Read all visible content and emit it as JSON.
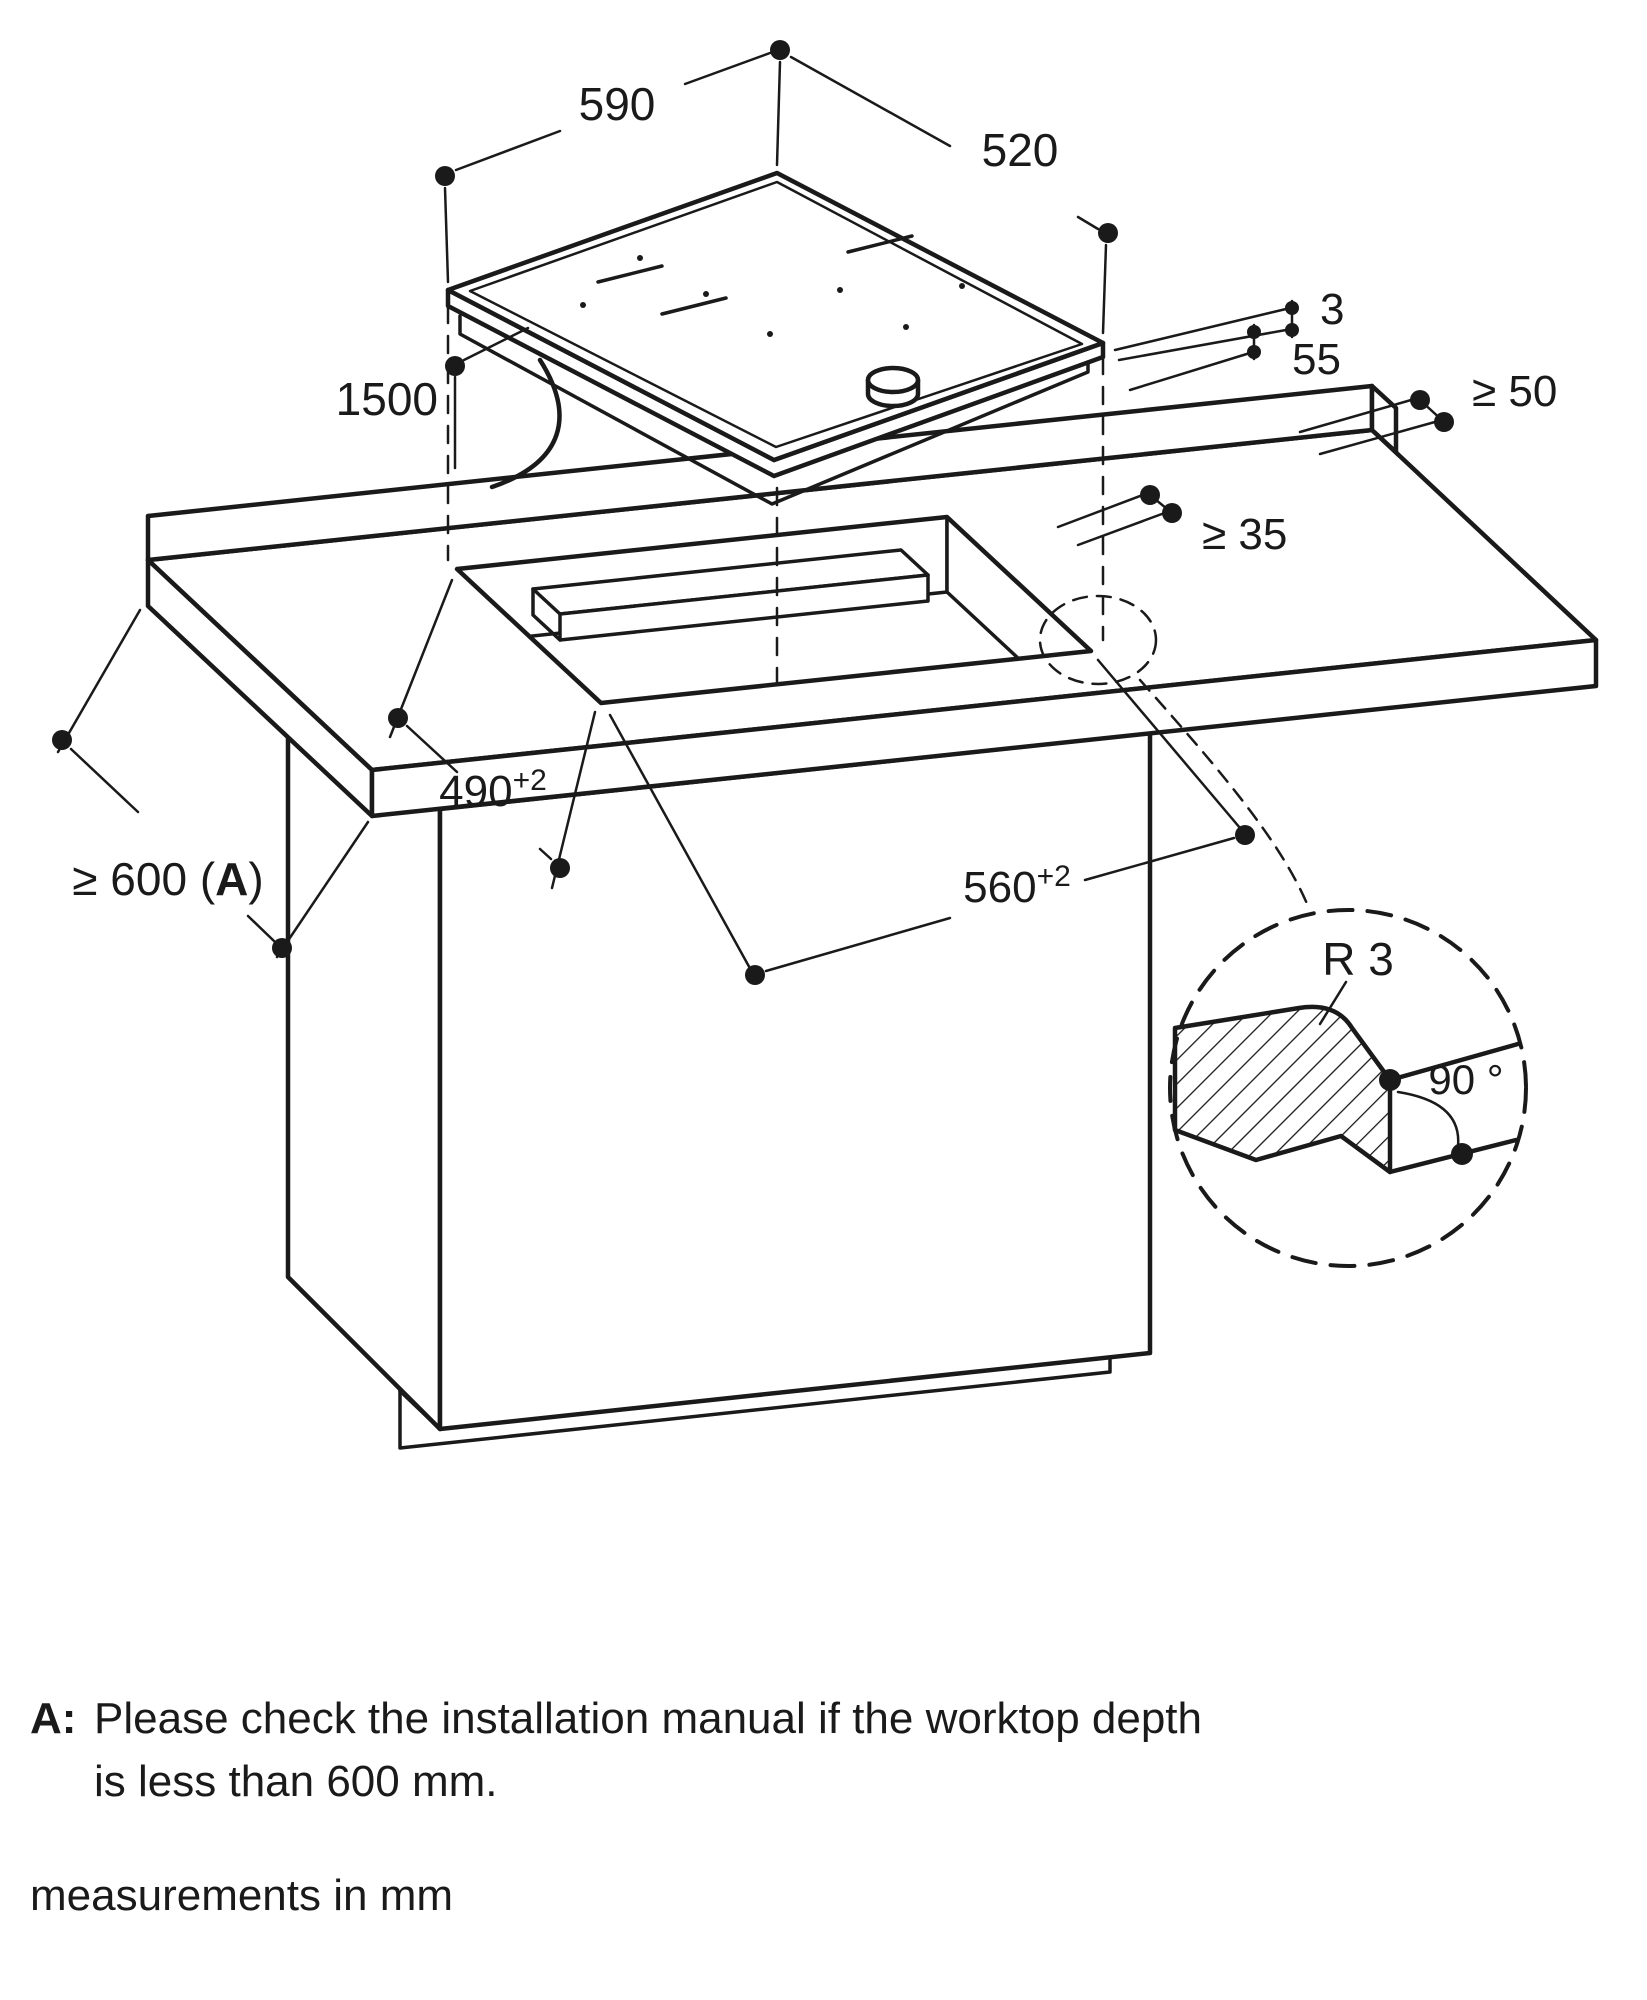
{
  "diagram": {
    "dimensions": {
      "width": "590",
      "depth": "520",
      "glass_thickness": "3",
      "install_depth": "55",
      "rear_min": "≥ 50",
      "side_min": "≥ 35",
      "cable_length": "1500",
      "cutout_depth_val": "490",
      "cutout_depth_sup": "+2",
      "cutout_width_val": "560",
      "cutout_width_sup": "+2",
      "worktop_min_pre": "≥ 600 (",
      "worktop_min_bold": "A",
      "worktop_min_post": ")",
      "corner_radius": "R 3",
      "edge_angle": "90 °"
    },
    "footnotes": {
      "marker": "A:",
      "line1": "Please check the installation manual if the worktop depth",
      "line2": "is less than 600 mm.",
      "units": "measurements in mm"
    },
    "colors": {
      "ink": "#1a1a1a",
      "paper": "#ffffff"
    }
  }
}
